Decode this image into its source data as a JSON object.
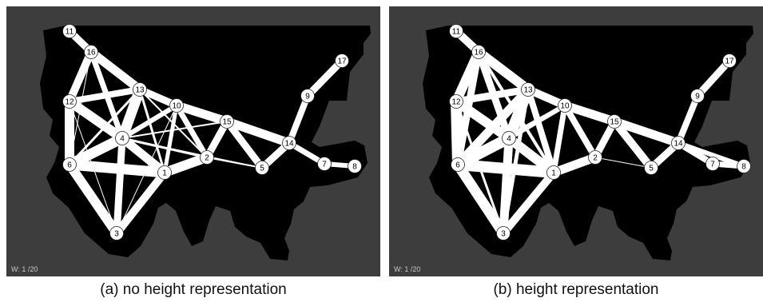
{
  "panels": [
    {
      "id": "a",
      "caption": "(a) no height representation",
      "weight_label": "W: 1 /20",
      "nodes": [
        "11",
        "16",
        "13",
        "12",
        "10",
        "4",
        "15",
        "14",
        "9",
        "17",
        "2",
        "6",
        "1",
        "5",
        "7",
        "8",
        "3"
      ]
    },
    {
      "id": "b",
      "caption": "(b) height representation",
      "weight_label": "W: 1 /20",
      "nodes": [
        "11",
        "16",
        "13",
        "12",
        "10",
        "4",
        "15",
        "14",
        "9",
        "17",
        "2",
        "6",
        "1",
        "5",
        "7",
        "8",
        "3"
      ]
    }
  ],
  "colors": {
    "panel_bg": "#3d3d3d",
    "land": "#000000",
    "edge": "#ffffff",
    "node_fill": "#ffffff",
    "node_text": "#000000"
  }
}
